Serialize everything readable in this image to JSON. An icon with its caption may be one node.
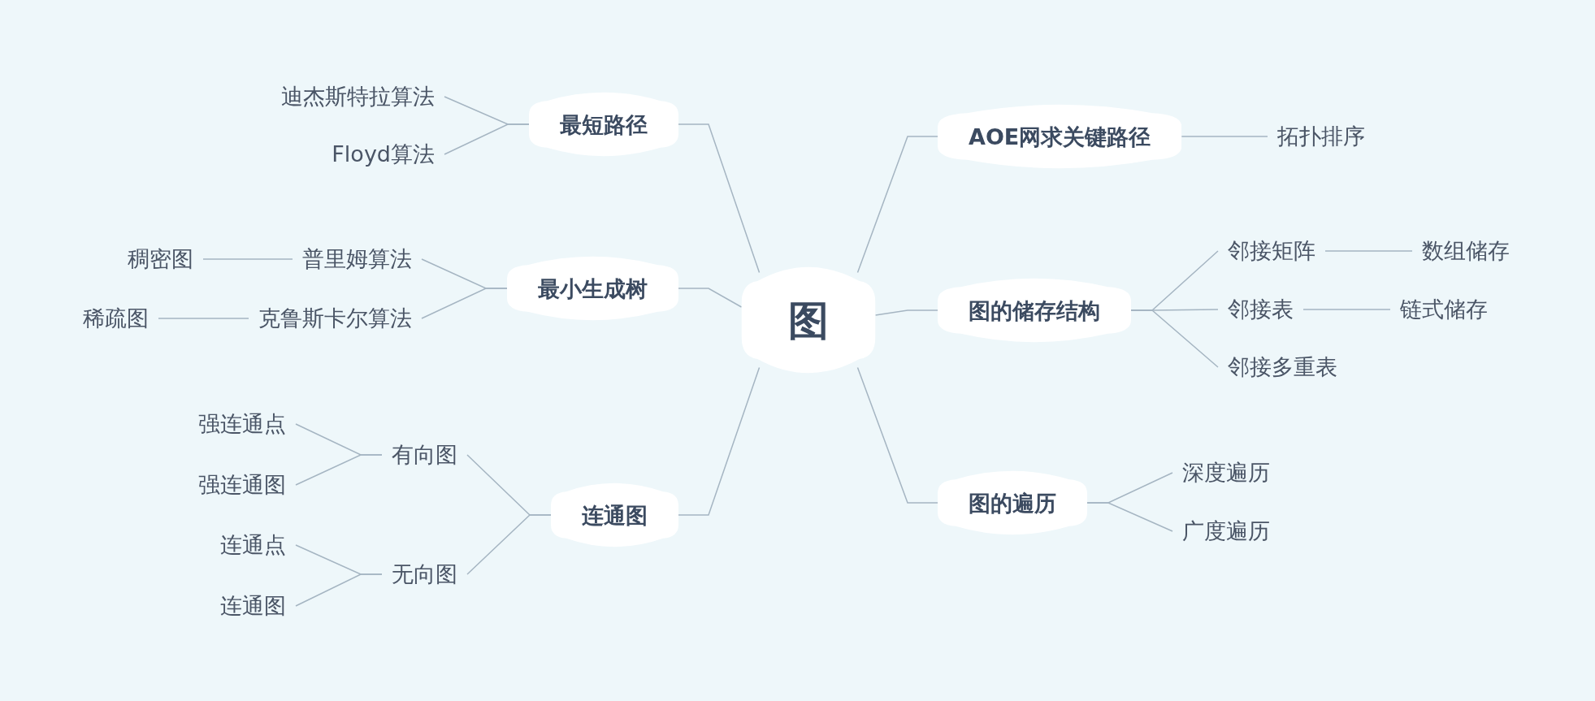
{
  "diagram": {
    "nodes": [
      {
        "text": [
          "图"
        ]
      },
      {
        "text": [
          "最短路径"
        ]
      },
      {
        "text": [
          "迪杰斯特拉算法"
        ]
      },
      {
        "text": [
          "Floyd算法"
        ]
      },
      {
        "text": [
          "最小生成树"
        ]
      },
      {
        "text": [
          "普里姆算法"
        ]
      },
      {
        "text": [
          "稠密图"
        ]
      },
      {
        "text": [
          "克鲁斯卡尔算法"
        ]
      },
      {
        "text": [
          "稀疏图"
        ]
      },
      {
        "text": [
          "连通图"
        ]
      },
      {
        "text": [
          "有向图"
        ]
      },
      {
        "text": [
          "强连通点"
        ]
      },
      {
        "text": [
          "强连通图"
        ]
      },
      {
        "text": [
          "无向图"
        ]
      },
      {
        "text": [
          "连通点"
        ]
      },
      {
        "text": [
          "连通图"
        ]
      },
      {
        "text": [
          "AOE网求关键路径"
        ]
      },
      {
        "text": [
          "拓扑排序"
        ]
      },
      {
        "text": [
          "图的储存结构"
        ]
      },
      {
        "text": [
          "邻接矩阵"
        ]
      },
      {
        "text": [
          "数组储存"
        ]
      },
      {
        "text": [
          "邻接表"
        ]
      },
      {
        "text": [
          "链式储存"
        ]
      },
      {
        "text": [
          "邻接多重表"
        ]
      },
      {
        "text": [
          "图的遍历"
        ]
      },
      {
        "text": [
          "深度遍历"
        ]
      },
      {
        "text": [
          "广度遍历"
        ]
      }
    ],
    "edges": [
      {
        "from": 0,
        "to": 1,
        "arrow": "none"
      },
      {
        "from": 1,
        "to": 2,
        "arrow": "none"
      },
      {
        "from": 1,
        "to": 3,
        "arrow": "none"
      },
      {
        "from": 0,
        "to": 4,
        "arrow": "none"
      },
      {
        "from": 4,
        "to": 5,
        "arrow": "none"
      },
      {
        "from": 5,
        "to": 6,
        "arrow": "none"
      },
      {
        "from": 4,
        "to": 7,
        "arrow": "none"
      },
      {
        "from": 7,
        "to": 8,
        "arrow": "none"
      },
      {
        "from": 0,
        "to": 9,
        "arrow": "none"
      },
      {
        "from": 9,
        "to": 10,
        "arrow": "none"
      },
      {
        "from": 10,
        "to": 11,
        "arrow": "none"
      },
      {
        "from": 10,
        "to": 12,
        "arrow": "none"
      },
      {
        "from": 9,
        "to": 13,
        "arrow": "none"
      },
      {
        "from": 13,
        "to": 14,
        "arrow": "none"
      },
      {
        "from": 13,
        "to": 15,
        "arrow": "none"
      },
      {
        "from": 0,
        "to": 16,
        "arrow": "none"
      },
      {
        "from": 16,
        "to": 17,
        "arrow": "none"
      },
      {
        "from": 0,
        "to": 18,
        "arrow": "none"
      },
      {
        "from": 18,
        "to": 19,
        "arrow": "none"
      },
      {
        "from": 19,
        "to": 20,
        "arrow": "none"
      },
      {
        "from": 18,
        "to": 21,
        "arrow": "none"
      },
      {
        "from": 21,
        "to": 22,
        "arrow": "none"
      },
      {
        "from": 18,
        "to": 23,
        "arrow": "none"
      },
      {
        "from": 0,
        "to": 24,
        "arrow": "none"
      },
      {
        "from": 24,
        "to": 25,
        "arrow": "none"
      },
      {
        "from": 24,
        "to": 26,
        "arrow": "none"
      }
    ]
  }
}
